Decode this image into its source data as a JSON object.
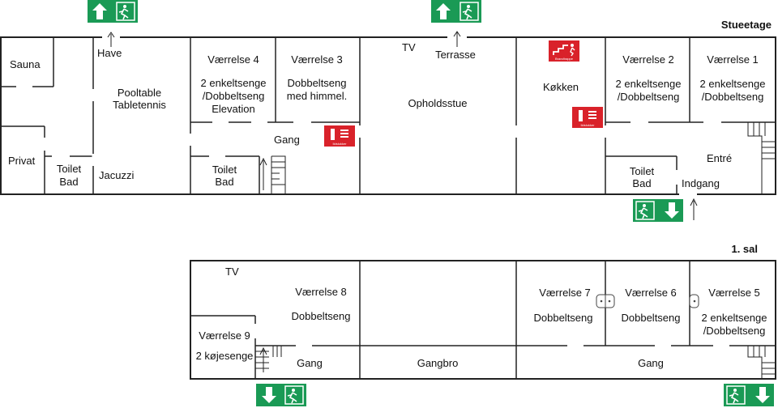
{
  "floors": {
    "ground": "Stueetage",
    "first": "1. sal"
  },
  "ground_rooms": {
    "sauna": "Sauna",
    "privat": "Privat",
    "toilet1_a": "Toilet",
    "toilet1_b": "Bad",
    "have": "Have",
    "pool_a": "Pooltable",
    "pool_b": "Tabletennis",
    "jacuzzi": "Jacuzzi",
    "v4_title": "Værrelse 4",
    "v4_l1": "2 enkeltsenge",
    "v4_l2": "/Dobbeltseng",
    "v4_l3": "Elevation",
    "v3_title": "Værrelse 3",
    "v3_l1": "Dobbeltseng",
    "v3_l2": "med himmel.",
    "gang": "Gang",
    "toilet2_a": "Toilet",
    "toilet2_b": "Bad",
    "tv": "TV",
    "terrasse": "Terrasse",
    "opholdsstue": "Opholdsstue",
    "kokken": "Køkken",
    "v2_title": "Værrelse 2",
    "v2_l1": "2 enkeltsenge",
    "v2_l2": "/Dobbeltseng",
    "v1_title": "Værrelse 1",
    "v1_l1": "2 enkeltsenge",
    "v1_l2": "/Dobbeltseng",
    "entre": "Entré",
    "toilet3_a": "Toilet",
    "toilet3_b": "Bad",
    "indgang": "Indgang"
  },
  "first_rooms": {
    "tv": "TV",
    "v8_title": "Værrelse 8",
    "v8_l1": "Dobbeltseng",
    "v9_title": "Værrelse 9",
    "v9_l1": "2 køjesenge",
    "gang_left": "Gang",
    "gangbro": "Gangbro",
    "v7_title": "Værrelse 7",
    "v7_l1": "Dobbeltseng",
    "v6_title": "Værrelse 6",
    "v6_l1": "Dobbeltseng",
    "v5_title": "Værrelse 5",
    "v5_l1": "2 enkeltsenge",
    "v5_l2": "/Dobbeltseng",
    "gang_right": "Gang"
  },
  "signs": {
    "extinguisher_text": "Ildslukker",
    "stair_text": "Brandtrappe"
  },
  "icons": {
    "exit": "emergency-exit-running-man-icon",
    "arrow_up": "arrow-up-icon",
    "arrow_down": "arrow-down-icon",
    "extinguisher": "fire-extinguisher-icon",
    "fire_stair": "fire-escape-stair-icon"
  },
  "colors": {
    "exit_green": "#1a9a55",
    "fire_red": "#d9222a",
    "wall": "#222222"
  }
}
